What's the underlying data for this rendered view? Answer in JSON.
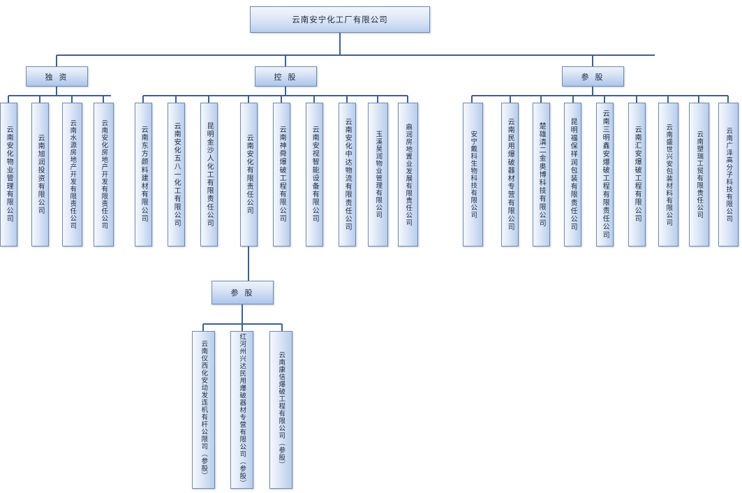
{
  "diagram": {
    "title": "云南安宁化工厂有限公司",
    "type": "org-chart"
  },
  "root": {
    "label": "云南安宁化工厂有限公司"
  },
  "branches": [
    {
      "key": "sole",
      "label": "独 资"
    },
    {
      "key": "holding",
      "label": "控 股"
    },
    {
      "key": "equity",
      "label": "参 股"
    }
  ],
  "sole_subsidiaries": [
    {
      "label": "云南安化物业管理有限公司"
    },
    {
      "label": "云南旭润投资有限公司"
    },
    {
      "label": "云南水源房地产开发有限责任公司"
    },
    {
      "label": "云南安化房地产开发有限责任公司"
    }
  ],
  "holding_subsidiaries": [
    {
      "label": "云南东方颜料建材有限公司"
    },
    {
      "label": "云南安化五八一化工有限公司"
    },
    {
      "label": "昆明金沙人化工有限责任公司"
    },
    {
      "label": "云南安化有限责任公司"
    },
    {
      "label": "云南神舜爆破工程有限公司"
    },
    {
      "label": "云南安视智能设备有限公司"
    },
    {
      "label": "云南安化中达物流有限责任公司"
    },
    {
      "label": "玉溪昊润物业管理有限公司"
    },
    {
      "label": "鼎润房地置业发展有限责任公司"
    }
  ],
  "equity_subsidiaries": [
    {
      "label": "安宁戴科生物科技有限公司"
    },
    {
      "label": "云南民用爆破器材专营有限公司"
    },
    {
      "label": "楚雄滇二金奥博科技有限公司"
    },
    {
      "label": "昆明福保祥润包装有限责任公司"
    },
    {
      "label": "云南三明鑫安爆破工程有限责任公司"
    },
    {
      "label": "云南汇安爆破工程有限公司"
    },
    {
      "label": "云南盛世兴安包装材料有限公司"
    },
    {
      "label": "云南塑瑞工贸有限责任公司"
    },
    {
      "label": "云南广泽高分子科技有限公司"
    }
  ],
  "holding_sub_branch": {
    "label": "参 股",
    "children": [
      {
        "label": "云南仪西化安动发连机有杆公限司（参股）"
      },
      {
        "label": "红河州兴达民用爆破器材专营有限公司（参股）"
      },
      {
        "label": "云南康信爆破工程有限公司（参股）"
      }
    ]
  },
  "colors": {
    "box_border": "#7089b0",
    "connector": "#3f5f8f",
    "text": "#1b2a3d",
    "background": "#ffffff"
  }
}
